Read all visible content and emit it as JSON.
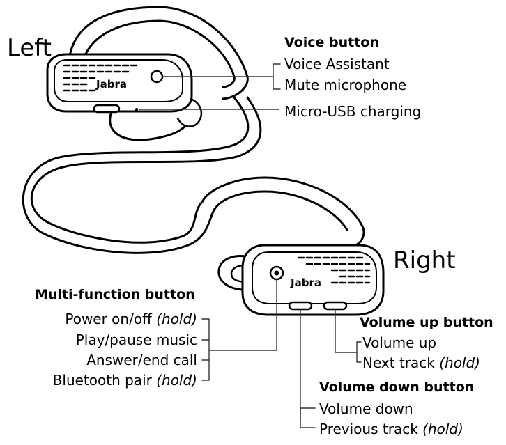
{
  "sides": {
    "left": "Left",
    "right": "Right"
  },
  "brand": "Jabra",
  "voice": {
    "heading": "Voice button",
    "items": [
      "Voice Assistant",
      "Mute microphone"
    ]
  },
  "usb": {
    "label": "Micro-USB charging"
  },
  "multi": {
    "heading": "Multi-function button",
    "items": [
      {
        "text": "Power on/off",
        "hint": "(hold)"
      },
      {
        "text": "Play/pause music",
        "hint": ""
      },
      {
        "text": "Answer/end call",
        "hint": ""
      },
      {
        "text": "Bluetooth pair",
        "hint": "(hold)"
      }
    ]
  },
  "vol_up": {
    "heading": "Volume up button",
    "items": [
      {
        "text": "Volume up",
        "hint": ""
      },
      {
        "text": "Next track",
        "hint": "(hold)"
      }
    ]
  },
  "vol_down": {
    "heading": "Volume down button",
    "items": [
      {
        "text": "Volume down",
        "hint": ""
      },
      {
        "text": "Previous track",
        "hint": "(hold)"
      }
    ]
  }
}
